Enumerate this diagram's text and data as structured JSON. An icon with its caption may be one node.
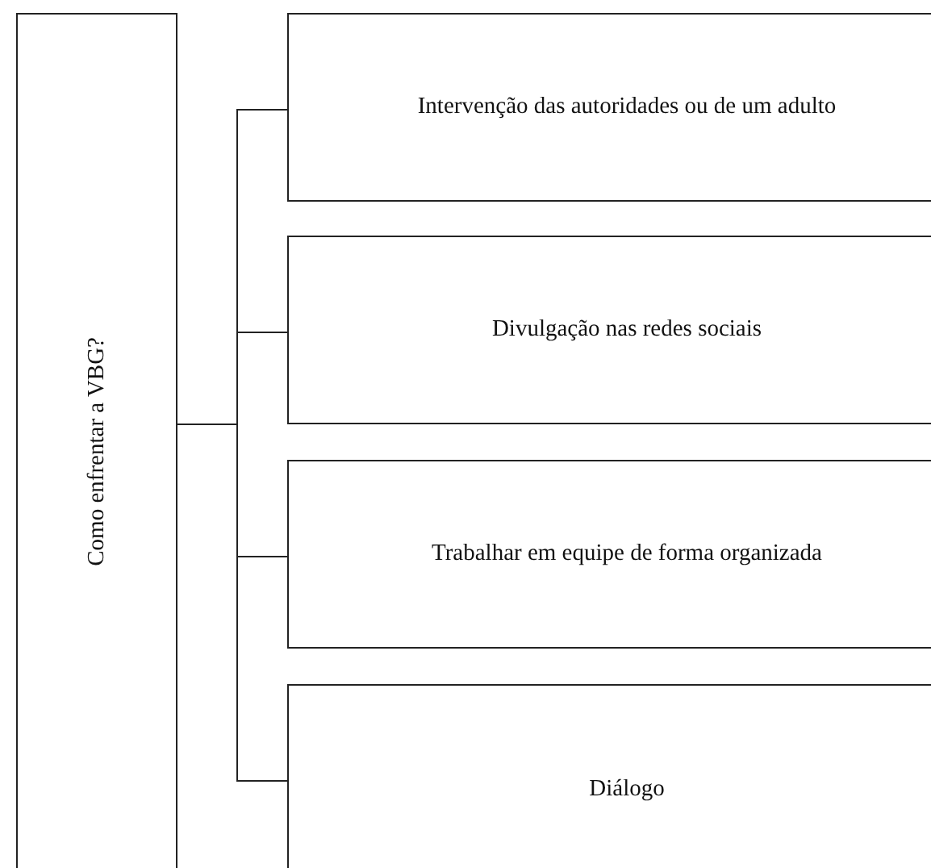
{
  "diagram": {
    "nodes": [
      {
        "text": [
          "Como enfrentar a VBG?"
        ]
      },
      {
        "text": [
          "Intervenção das autoridades ou de um adulto"
        ]
      },
      {
        "text": [
          "Divulgação nas redes sociais"
        ]
      },
      {
        "text": [
          "Trabalhar em equipe de forma organizada"
        ]
      },
      {
        "text": [
          "Diálogo"
        ]
      }
    ],
    "edges": [
      {
        "from": 0,
        "to": 1,
        "arrow": "none"
      },
      {
        "from": 0,
        "to": 2,
        "arrow": "none"
      },
      {
        "from": 0,
        "to": 3,
        "arrow": "none"
      },
      {
        "from": 0,
        "to": 4,
        "arrow": "none"
      }
    ]
  }
}
